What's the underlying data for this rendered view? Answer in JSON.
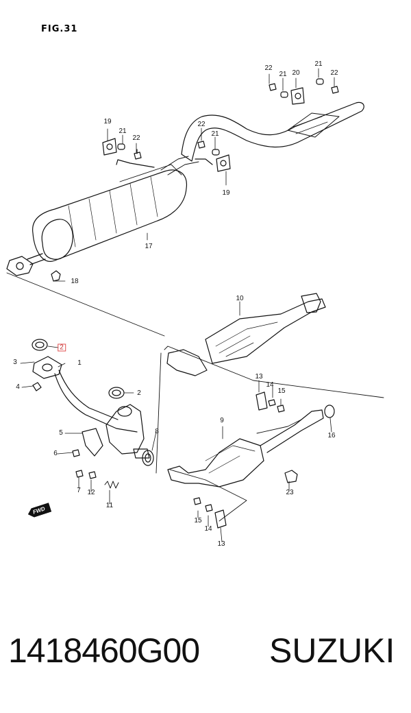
{
  "figure": {
    "title": "FIG.31"
  },
  "callouts": {
    "c22a": "22",
    "c21a": "21",
    "c20": "20",
    "c21b": "21",
    "c22b": "22",
    "c19a": "19",
    "c21c": "21",
    "c22c": "22",
    "c22d": "22",
    "c21d": "21",
    "c19b": "19",
    "c17": "17",
    "c18": "18",
    "c10": "10",
    "c2a": "2",
    "c3": "3",
    "c1": "1",
    "c4": "4",
    "c2b": "2",
    "c5": "5",
    "c6": "6",
    "c8": "8",
    "c7": "7",
    "c12": "12",
    "c11": "11",
    "c13a": "13",
    "c14a": "14",
    "c15a": "15",
    "c16": "16",
    "c9": "9",
    "c23": "23",
    "c15b": "15",
    "c14b": "14",
    "c13b": "13"
  },
  "direction_badge": "FWD",
  "footer": {
    "part_number": "1418460G00",
    "brand": "SUZUKI"
  }
}
